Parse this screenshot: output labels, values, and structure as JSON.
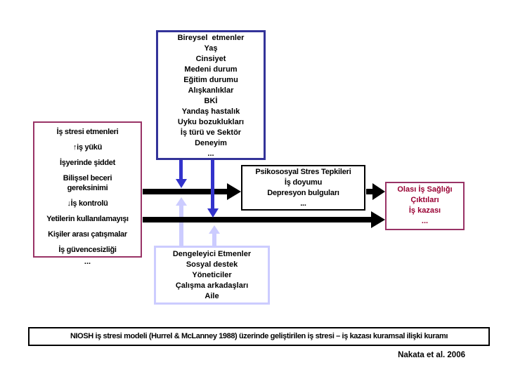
{
  "colors": {
    "canvas-bg": "#ffffff",
    "navy": "#333399",
    "blue": "#3333cc",
    "maroon": "#993366",
    "darkred": "#990033",
    "lavender": "#ccccff",
    "black": "#000000"
  },
  "boxes": {
    "individual_factors": {
      "lines": [
        "Bireysel  etmenler",
        "Yaş",
        "Cinsiyet",
        "Medeni durum",
        "Eğitim durumu",
        "Alışkanlıklar",
        "BKİ",
        "Yandaş hastalık",
        "Uyku bozuklukları",
        "İş türü ve Sektör",
        "Deneyim",
        "..."
      ]
    },
    "job_stressors": {
      "lines": [
        "İş stresi etmenleri",
        "↑iş yükü",
        "İşyerinde şiddet",
        "Bilişsel beceri",
        "gereksinimi",
        "↓İş kontrolü",
        "Yetilerin kullanılamayışı",
        "Kişiler arası çatışmalar",
        "İş güvencesizliği"
      ],
      "ellipsis": "..."
    },
    "psychosocial_responses": {
      "lines": [
        "Psikososyal Stres Tepkileri",
        "İş doyumu",
        "Depresyon bulguları",
        "..."
      ]
    },
    "health_outcomes": {
      "lines": [
        "Olası İş Sağlığı",
        "Çıktıları",
        "İş kazası",
        "..."
      ]
    },
    "balancing_factors": {
      "lines": [
        "Dengeleyici Etmenler",
        "Sosyal destek",
        "Yöneticiler",
        "Çalışma arkadaşları",
        "Aile"
      ]
    }
  },
  "caption": "NIOSH iş stresi modeli (Hurrel & McLanney 1988) üzerinde geliştirilen iş stresi – iş kazası kuramsal ilişki kuramı",
  "credit": "Nakata et al. 2006"
}
